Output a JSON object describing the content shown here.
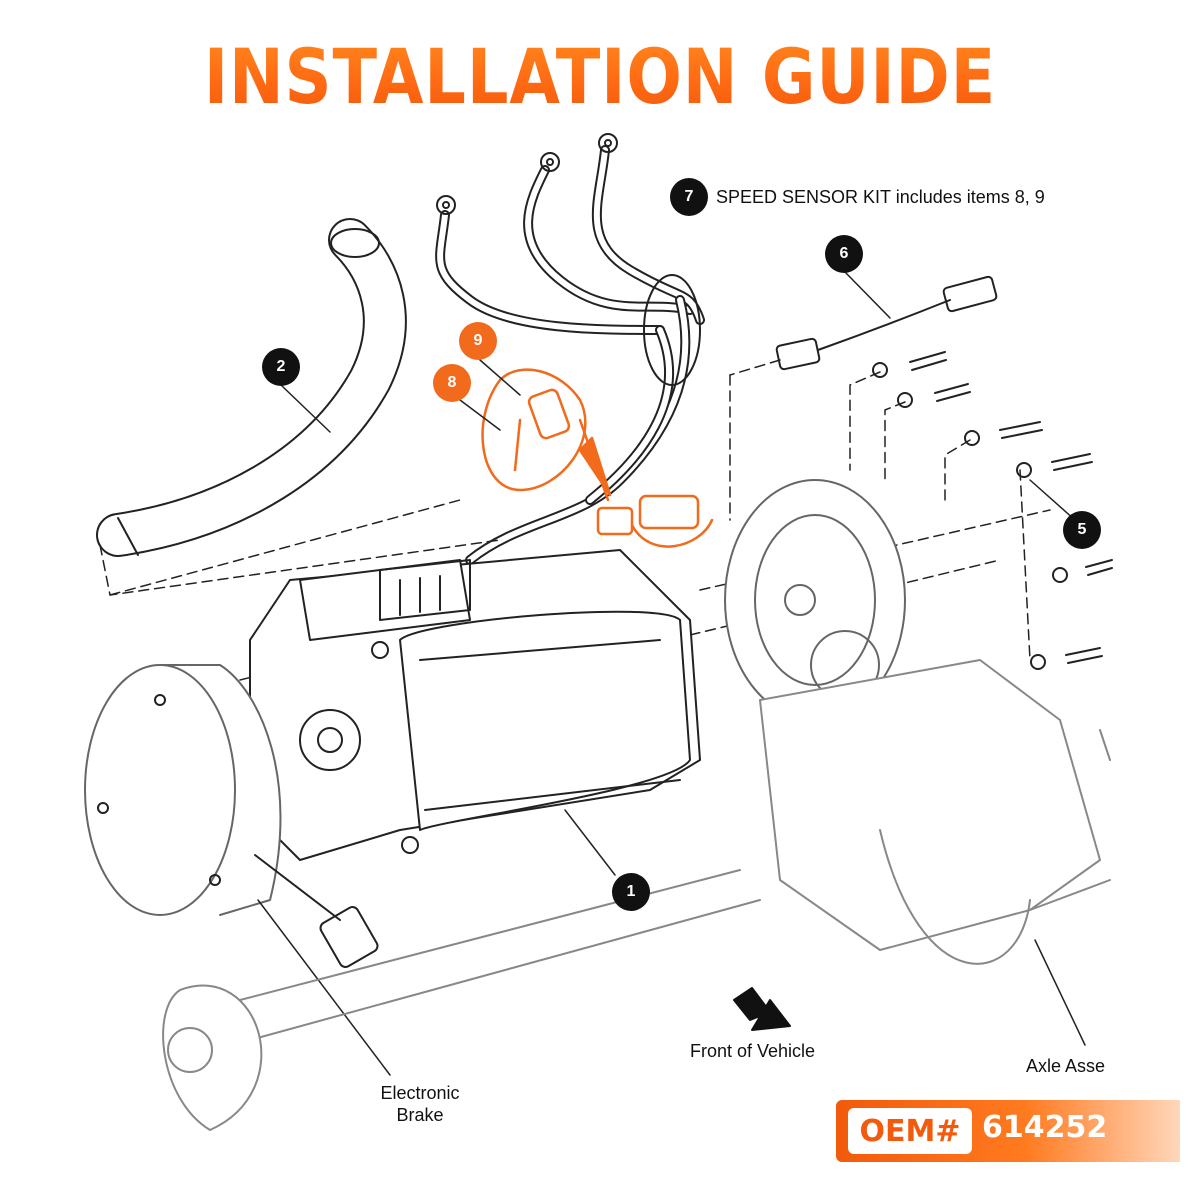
{
  "title": "INSTALLATION GUIDE",
  "kit_note": "SPEED SENSOR KIT includes items 8, 9",
  "labels": {
    "front": "Front of Vehicle",
    "axle": "Axle Asse",
    "brake_line1": "Electronic",
    "brake_line2": "Brake"
  },
  "callouts": {
    "c1": "1",
    "c2": "2",
    "c5": "5",
    "c6": "6",
    "c7": "7",
    "c8": "8",
    "c9": "9"
  },
  "oem": {
    "label": "OEM#",
    "number": "614252"
  },
  "colors": {
    "accent": "#f26a1b",
    "line": "#222222"
  }
}
